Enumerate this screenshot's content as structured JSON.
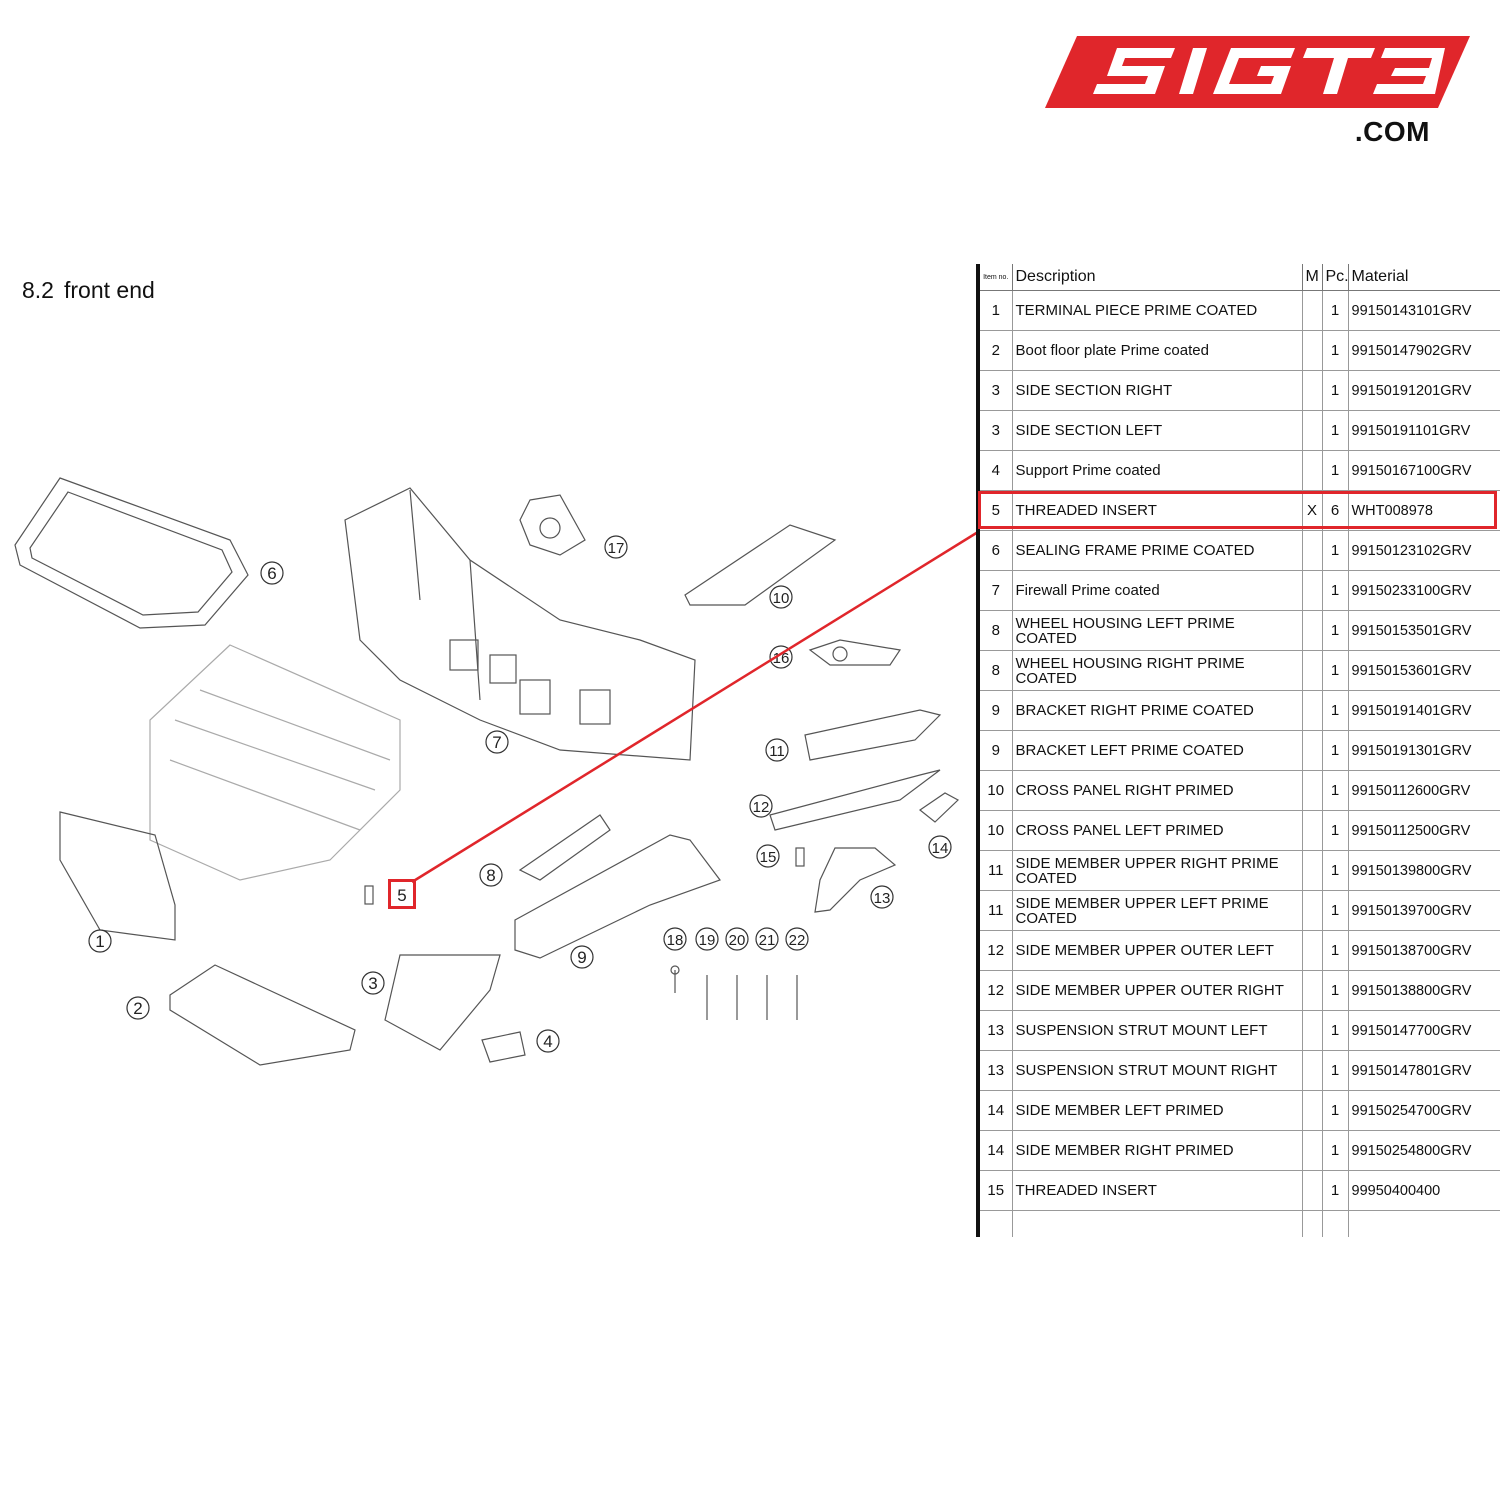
{
  "logo": {
    "wordmark": "SIGT3",
    "suffix": ".COM",
    "color": "#e0262b"
  },
  "section": {
    "number": "8.2",
    "title": "front end"
  },
  "diagram": {
    "callouts": [
      "1",
      "2",
      "3",
      "4",
      "5",
      "6",
      "7",
      "8",
      "9",
      "10",
      "11",
      "12",
      "13",
      "14",
      "15",
      "16",
      "17",
      "18",
      "19",
      "20",
      "21",
      "22"
    ],
    "highlighted_callout": "5",
    "highlight_color": "#e0262b"
  },
  "table": {
    "headers": {
      "item": "Item no.",
      "description": "Description",
      "m": "M",
      "pc": "Pc.",
      "material": "Material"
    },
    "highlighted_row": 5,
    "rows": [
      {
        "item": "1",
        "description": "TERMINAL PIECE PRIME COATED",
        "m": "",
        "pc": "1",
        "material": "99150143101GRV"
      },
      {
        "item": "2",
        "description": "Boot floor plate Prime coated",
        "m": "",
        "pc": "1",
        "material": "99150147902GRV"
      },
      {
        "item": "3",
        "description": "SIDE SECTION RIGHT",
        "m": "",
        "pc": "1",
        "material": "99150191201GRV"
      },
      {
        "item": "3",
        "description": "SIDE SECTION LEFT",
        "m": "",
        "pc": "1",
        "material": "99150191101GRV"
      },
      {
        "item": "4",
        "description": "Support Prime coated",
        "m": "",
        "pc": "1",
        "material": "99150167100GRV"
      },
      {
        "item": "5",
        "description": "THREADED INSERT",
        "m": "X",
        "pc": "6",
        "material": "WHT008978"
      },
      {
        "item": "6",
        "description": "SEALING FRAME PRIME COATED",
        "m": "",
        "pc": "1",
        "material": "99150123102GRV"
      },
      {
        "item": "7",
        "description": "Firewall Prime coated",
        "m": "",
        "pc": "1",
        "material": "99150233100GRV"
      },
      {
        "item": "8",
        "description": "WHEEL HOUSING LEFT PRIME COATED",
        "m": "",
        "pc": "1",
        "material": "99150153501GRV"
      },
      {
        "item": "8",
        "description": "WHEEL HOUSING RIGHT PRIME COATED",
        "m": "",
        "pc": "1",
        "material": "99150153601GRV"
      },
      {
        "item": "9",
        "description": "BRACKET RIGHT PRIME COATED",
        "m": "",
        "pc": "1",
        "material": "99150191401GRV"
      },
      {
        "item": "9",
        "description": "BRACKET LEFT PRIME COATED",
        "m": "",
        "pc": "1",
        "material": "99150191301GRV"
      },
      {
        "item": "10",
        "description": "CROSS PANEL RIGHT PRIMED",
        "m": "",
        "pc": "1",
        "material": "99150112600GRV"
      },
      {
        "item": "10",
        "description": "CROSS PANEL LEFT PRIMED",
        "m": "",
        "pc": "1",
        "material": "99150112500GRV"
      },
      {
        "item": "11",
        "description": "SIDE MEMBER UPPER RIGHT PRIME COATED",
        "m": "",
        "pc": "1",
        "material": "99150139800GRV"
      },
      {
        "item": "11",
        "description": "SIDE MEMBER UPPER LEFT PRIME COATED",
        "m": "",
        "pc": "1",
        "material": "99150139700GRV"
      },
      {
        "item": "12",
        "description": "SIDE MEMBER UPPER OUTER LEFT",
        "m": "",
        "pc": "1",
        "material": "99150138700GRV"
      },
      {
        "item": "12",
        "description": "SIDE MEMBER UPPER OUTER RIGHT",
        "m": "",
        "pc": "1",
        "material": "99150138800GRV"
      },
      {
        "item": "13",
        "description": "SUSPENSION STRUT MOUNT LEFT",
        "m": "",
        "pc": "1",
        "material": "99150147700GRV"
      },
      {
        "item": "13",
        "description": "SUSPENSION STRUT MOUNT RIGHT",
        "m": "",
        "pc": "1",
        "material": "99150147801GRV"
      },
      {
        "item": "14",
        "description": "SIDE MEMBER LEFT PRIMED",
        "m": "",
        "pc": "1",
        "material": "99150254700GRV"
      },
      {
        "item": "14",
        "description": "SIDE MEMBER RIGHT PRIMED",
        "m": "",
        "pc": "1",
        "material": "99150254800GRV"
      },
      {
        "item": "15",
        "description": "THREADED INSERT",
        "m": "",
        "pc": "1",
        "material": "99950400400"
      }
    ]
  }
}
